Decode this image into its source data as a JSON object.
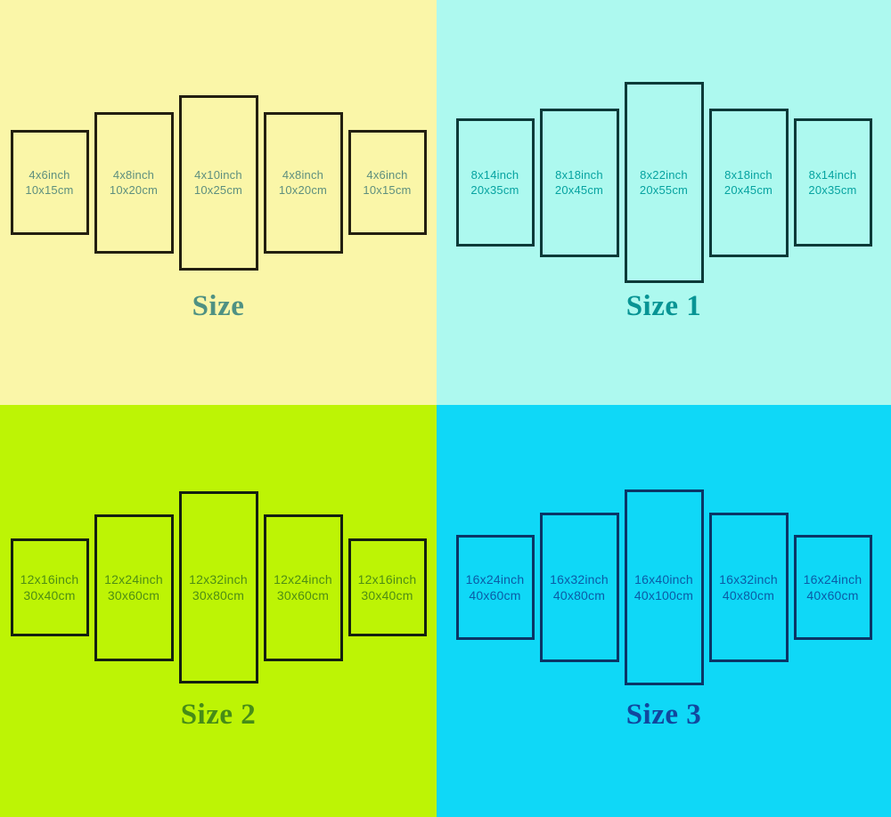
{
  "layout": {
    "columns": 2,
    "rows": 2,
    "panels_per_group": 5
  },
  "groups": [
    {
      "id": "size",
      "title": "Size",
      "background_color": "#faf6a8",
      "frame_color": "#231f10",
      "label_color": "#5e8f7e",
      "title_color": "#4f9183",
      "panels": [
        {
          "inch": "4x6inch",
          "cm": "10x15cm"
        },
        {
          "inch": "4x8inch",
          "cm": "10x20cm"
        },
        {
          "inch": "4x10inch",
          "cm": "10x25cm"
        },
        {
          "inch": "4x8inch",
          "cm": "10x20cm"
        },
        {
          "inch": "4x6inch",
          "cm": "10x15cm"
        }
      ]
    },
    {
      "id": "size-1",
      "title": "Size 1",
      "background_color": "#adf9ef",
      "frame_color": "#0c3a38",
      "label_color": "#06a3a0",
      "title_color": "#089494",
      "panels": [
        {
          "inch": "8x14inch",
          "cm": "20x35cm"
        },
        {
          "inch": "8x18inch",
          "cm": "20x45cm"
        },
        {
          "inch": "8x22inch",
          "cm": "20x55cm"
        },
        {
          "inch": "8x18inch",
          "cm": "20x45cm"
        },
        {
          "inch": "8x14inch",
          "cm": "20x35cm"
        }
      ]
    },
    {
      "id": "size-2",
      "title": "Size 2",
      "background_color": "#bdf405",
      "frame_color": "#142010",
      "label_color": "#4e8e14",
      "title_color": "#468c17",
      "panels": [
        {
          "inch": "12x16inch",
          "cm": "30x40cm"
        },
        {
          "inch": "12x24inch",
          "cm": "30x60cm"
        },
        {
          "inch": "12x32inch",
          "cm": "30x80cm"
        },
        {
          "inch": "12x24inch",
          "cm": "30x60cm"
        },
        {
          "inch": "12x16inch",
          "cm": "30x40cm"
        }
      ]
    },
    {
      "id": "size-3",
      "title": "Size 3",
      "background_color": "#0fd8f7",
      "frame_color": "#0a3566",
      "label_color": "#0b5ba6",
      "title_color": "#11479e",
      "panels": [
        {
          "inch": "16x24inch",
          "cm": "40x60cm"
        },
        {
          "inch": "16x32inch",
          "cm": "40x80cm"
        },
        {
          "inch": "16x40inch",
          "cm": "40x100cm"
        },
        {
          "inch": "16x32inch",
          "cm": "40x80cm"
        },
        {
          "inch": "16x24inch",
          "cm": "40x60cm"
        }
      ]
    }
  ]
}
